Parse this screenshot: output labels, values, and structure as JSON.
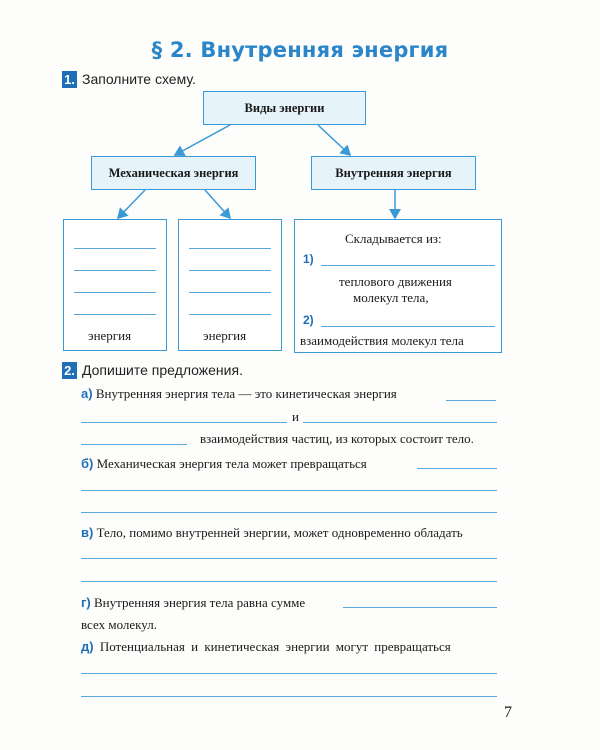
{
  "header": {
    "title": "§ 2. Внутренняя энергия"
  },
  "task1": {
    "number": "1.",
    "instruction": "Заполните схему.",
    "scheme": {
      "root": "Виды энергии",
      "left": "Механическая энергия",
      "right": "Внутренняя энергия",
      "left_box_1_label": "энергия",
      "left_box_2_label": "энергия",
      "right_box_intro": "Складывается из:",
      "item_1_num": "1)",
      "item_1_text_line1": "теплового движения",
      "item_1_text_line2": "молекул тела,",
      "item_2_num": "2)",
      "item_2_text": "взаимодействия молекул тела"
    }
  },
  "task2": {
    "number": "2.",
    "instruction": "Допишите предложения.",
    "a_letter": "а)",
    "a_line1": "Внутренняя энергия тела — это кинетическая энергия",
    "a_and": "и",
    "a_line3": "взаимодействия частиц, из которых состоит тело.",
    "b_letter": "б)",
    "b_text": "Механическая энергия тела может превращаться",
    "v_letter": "в)",
    "v_text": "Тело, помимо внутренней энергии, может одновременно обладать",
    "g_letter": "г)",
    "g_text": "Внутренняя энергия тела равна сумме",
    "g_line2": "всех молекул.",
    "d_letter": "д)",
    "d_text": "Потенциальная и кинетическая энергии могут превращаться"
  },
  "footer": {
    "page_number": "7"
  }
}
